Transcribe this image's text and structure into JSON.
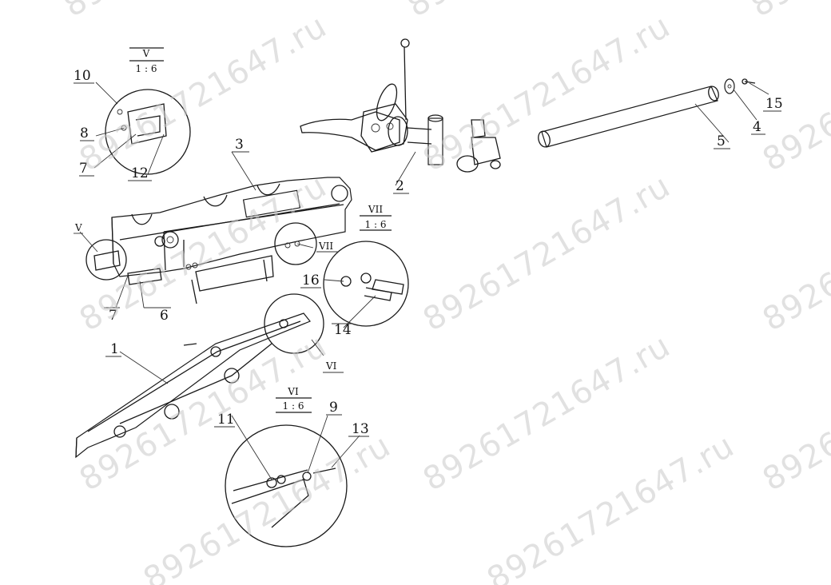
{
  "callouts": {
    "c1": "1",
    "c2": "2",
    "c3": "3",
    "c4": "4",
    "c5": "5",
    "c6": "6",
    "c7a": "7",
    "c7b": "7",
    "c8": "8",
    "c9": "9",
    "c10": "10",
    "c11": "11",
    "c12": "12",
    "c13": "13",
    "c14": "14",
    "c15": "15",
    "c16": "16"
  },
  "details": {
    "v_mark": "V",
    "v_title": "V",
    "v_scale": "1 : 6",
    "vi_mark": "VI",
    "vi_title": "VI",
    "vi_scale": "1 : 6",
    "vii_mark": "VII",
    "vii_title": "VII",
    "vii_scale": "1 : 6"
  },
  "watermark": "89261721647.ru"
}
